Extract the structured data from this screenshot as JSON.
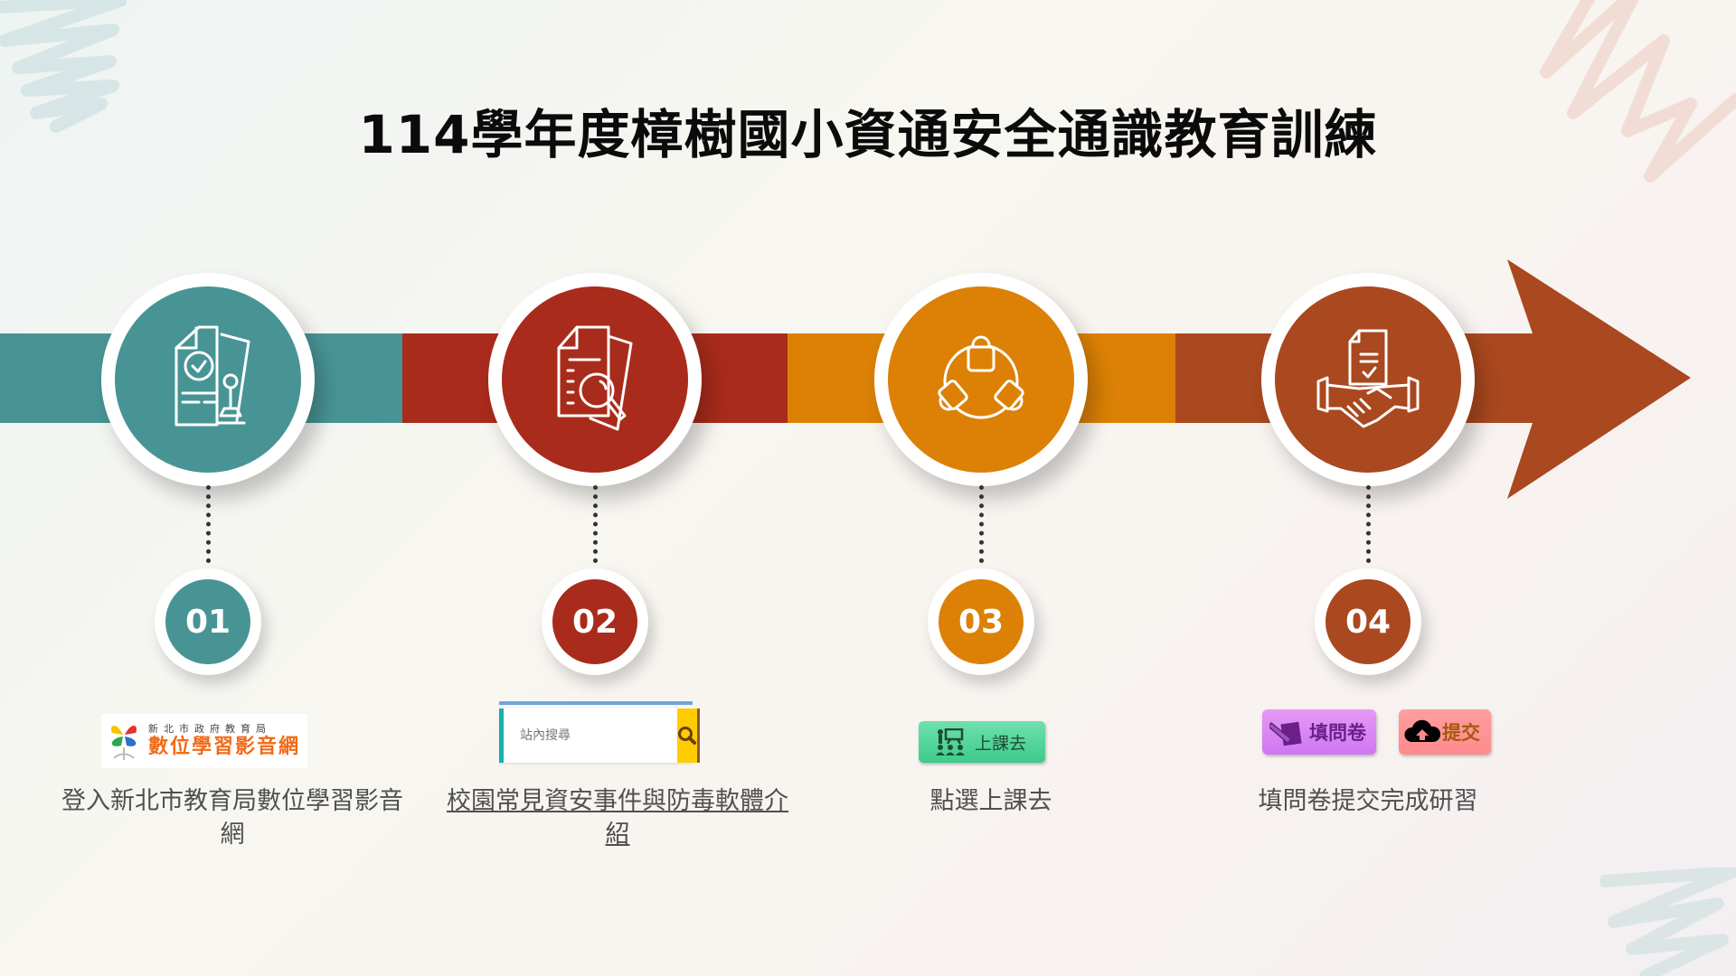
{
  "title": "114學年度樟樹國小資通安全通識教育訓練",
  "colors": {
    "teal": "#489495",
    "red": "#A92B1B",
    "orange": "#DC8106",
    "rust": "#AA481F",
    "label_text": "#505050"
  },
  "steps": [
    {
      "number": "01",
      "icon": "document-stamp-icon",
      "label": "登入新北市教育局數位學習影音網",
      "logo": {
        "subtitle": "新北市政府教育局",
        "name": "數位學習影音網"
      }
    },
    {
      "number": "02",
      "icon": "document-search-icon",
      "label": "校園常見資安事件與防毒軟體介紹",
      "search": {
        "placeholder": "站內搜尋"
      }
    },
    {
      "number": "03",
      "icon": "team-meeting-icon",
      "label": "點選上課去",
      "button_label": "上課去"
    },
    {
      "number": "04",
      "icon": "handshake-contract-icon",
      "label": "填問卷提交完成研習",
      "survey_button_label": "填問卷",
      "submit_button_label": "提交"
    }
  ]
}
